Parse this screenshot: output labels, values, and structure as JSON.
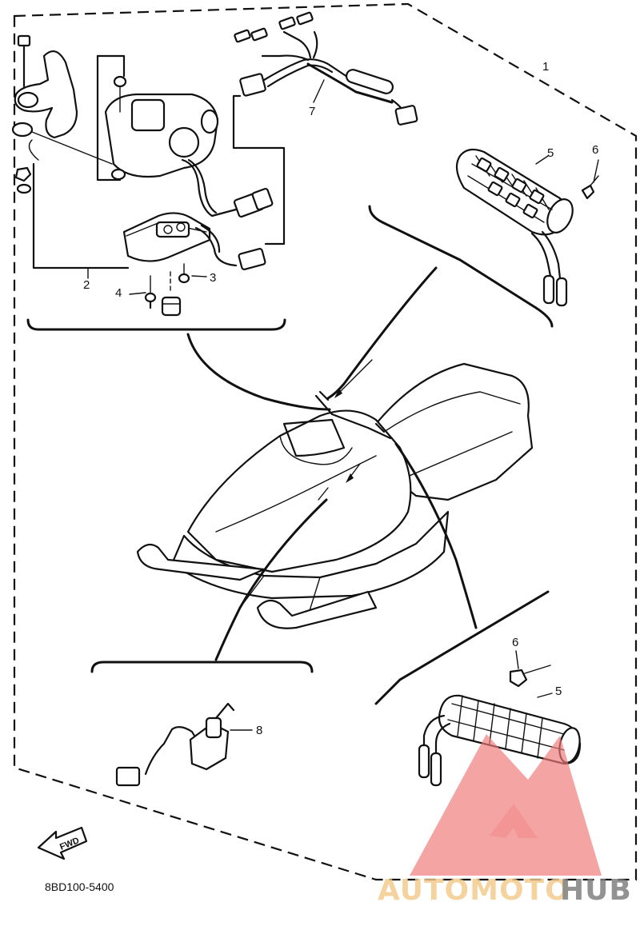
{
  "callouts": {
    "c1": "1",
    "c2": "2",
    "c3": "3",
    "c4": "4",
    "c5_top": "5",
    "c6_top": "6",
    "c7": "7",
    "c5_bottom": "5",
    "c6_bottom": "6",
    "c8": "8"
  },
  "fwd_label": "FWD",
  "diagram_code": "8BD100-5400",
  "watermark": {
    "part1": "AUTOMOTO",
    "part2": "HUB",
    "color_accent": "#f07a7a",
    "color_dark": "#7a7a7a",
    "color_gold": "#f3c98a"
  }
}
